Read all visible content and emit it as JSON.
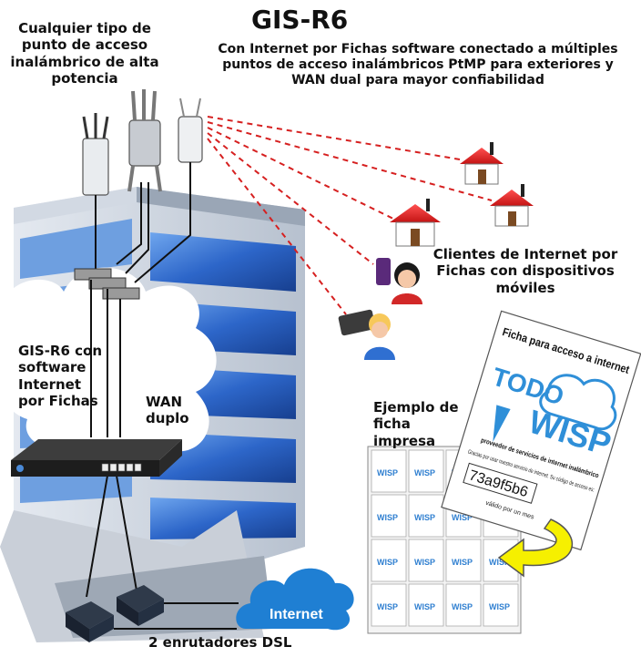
{
  "title": "GIS-R6",
  "subtitle": "Con Internet por Fichas software conectado a múltiples puntos de acceso inalámbricos PtMP para exteriores y WAN dual para mayor confiabilidad",
  "labels": {
    "access_points": "Cualquier tipo de punto de acceso inalámbrico de alta potencia",
    "clients": "Clientes de Internet por Fichas con dispositivos móviles",
    "router": "GIS-R6 con software Internet por Fichas",
    "wan": "WAN duplo",
    "ticket_example": "Ejemplo de ficha impresa",
    "dsl_routers": "2 enrutadores DSL",
    "internet": "Internet"
  },
  "ticket": {
    "heading": "Ficha para acceso a internet",
    "brand_top": "TODO",
    "brand_bottom": "WISP",
    "tagline": "proveedor de servicios de internet inalámbrico",
    "thanks": "Gracias por usar nuestro servicio de internet. Su código de acceso es:",
    "code": "73a9f5b6",
    "validity": "válido por un mes"
  },
  "colors": {
    "link_dashed": "#d62020",
    "building_glass": "#2f6fd1",
    "cloud": "#1f7fd3",
    "arrow": "#f6f000"
  }
}
